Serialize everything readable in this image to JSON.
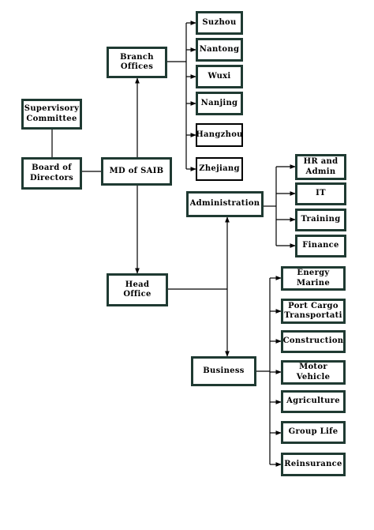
{
  "colors": {
    "box_border": "#1f3a32",
    "line": "#000000",
    "background": "#ffffff"
  },
  "nodes": {
    "supervisory": "Supervisory\nCommittee",
    "board": "Board of\nDirectors",
    "md": "MD  of SAIB",
    "branch_offices": "Branch\nOffices",
    "head_office": "Head\nOffice",
    "administration": "Administration",
    "business": "Business",
    "branches": [
      "Suzhou",
      "Nantong",
      "Wuxi",
      "Nanjing",
      "Hangzhou",
      "Zhejiang"
    ],
    "admin_units": [
      "HR and\nAdmin",
      "IT",
      "Training",
      "Finance"
    ],
    "business_units": [
      "Energy\nMarine",
      "Port   Cargo\nTransportati",
      "Construction",
      "Motor\nVehicle",
      "Agriculture",
      "Group  Life",
      "Reinsurance"
    ]
  }
}
